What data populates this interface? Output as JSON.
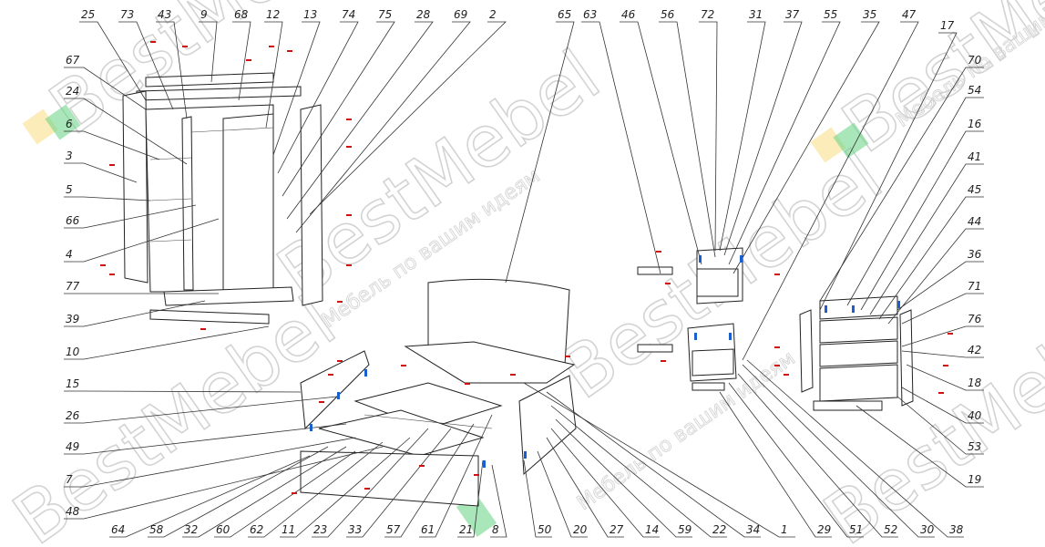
{
  "watermark": {
    "brand": "BestMebel",
    "slogan": "Мебель по вашим идеям"
  },
  "colors": {
    "line": "#222222",
    "fastener_red": "#d01010",
    "fastener_blue": "#1a5fd0",
    "logo_orange": "#f5a623",
    "logo_yellow": "#f8e08a",
    "logo_green": "#6fd68a"
  },
  "callouts": {
    "top": [
      "25",
      "73",
      "43",
      "9",
      "68",
      "12",
      "13",
      "74",
      "75",
      "28",
      "69",
      "2",
      "65",
      "63",
      "46",
      "56",
      "72",
      "31",
      "37",
      "55",
      "35",
      "47",
      "17"
    ],
    "left": [
      "67",
      "24",
      "6",
      "3",
      "5",
      "66",
      "4",
      "77",
      "39",
      "10",
      "15",
      "26",
      "49",
      "7",
      "48"
    ],
    "right": [
      "70",
      "54",
      "16",
      "41",
      "45",
      "44",
      "36",
      "71",
      "76",
      "42",
      "18",
      "40",
      "53",
      "19"
    ],
    "bottom": [
      "64",
      "58",
      "32",
      "60",
      "62",
      "11",
      "23",
      "33",
      "57",
      "61",
      "21",
      "8",
      "50",
      "20",
      "27",
      "14",
      "59",
      "22",
      "34",
      "1",
      "29",
      "51",
      "52",
      "30",
      "38"
    ]
  }
}
